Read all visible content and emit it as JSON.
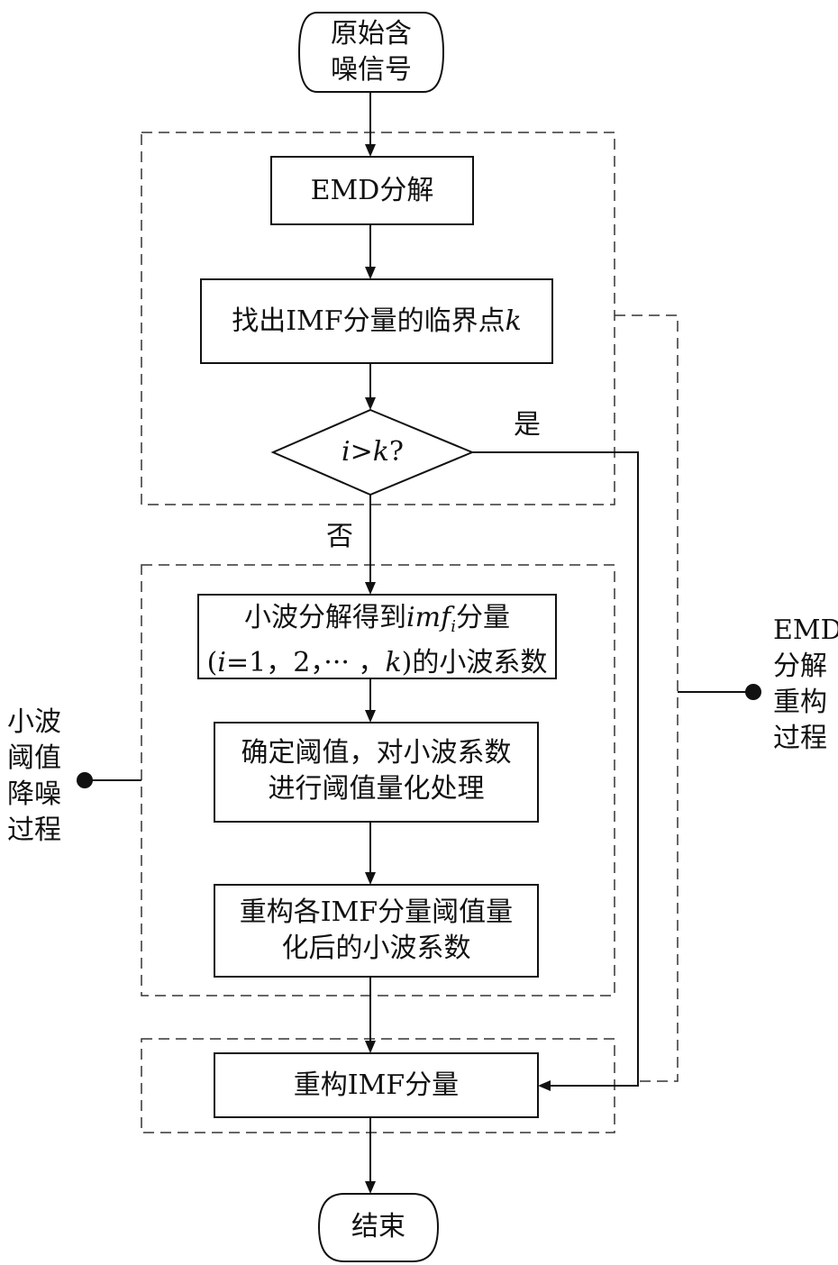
{
  "nodes": {
    "start_line1": "原始含",
    "start_line2": "噪信号",
    "emd": "EMD分解",
    "find_prefix": "找出IMF分量的临界点",
    "find_var": "k",
    "decision_i": "i",
    "decision_gt": ">",
    "decision_k": "k",
    "decision_q": "?",
    "wavelet1_prefix": "小波分解得到",
    "wavelet1_var": "imf",
    "wavelet1_sub": "i",
    "wavelet1_suffix": "分量",
    "wavelet1_line2_open": "(",
    "wavelet1_line2_i": "i",
    "wavelet1_line2_mid": "=1，2，··· ，",
    "wavelet1_line2_k": "k",
    "wavelet1_line2_close": ")的小波系数",
    "threshold_line1": "确定阈值，对小波系数",
    "threshold_line2": "进行阈值量化处理",
    "recon_coef_line1": "重构各IMF分量阈值量",
    "recon_coef_line2": "化后的小波系数",
    "recon_imf": "重构IMF分量",
    "end": "结束"
  },
  "edges": {
    "yes": "是",
    "no": "否"
  },
  "groups": {
    "wavelet_process": [
      "小波",
      "阈值",
      "降噪",
      "过程"
    ],
    "emd_process": [
      "EMD",
      "分解",
      "重构",
      "过程"
    ]
  }
}
